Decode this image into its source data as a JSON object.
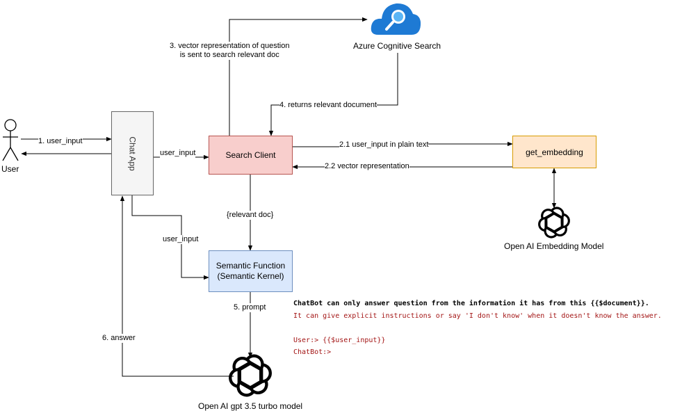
{
  "nodes": {
    "user": "User",
    "chat_app": "Chat App",
    "search_client": "Search Client",
    "semantic_function_line1": "Semantic Function",
    "semantic_function_line2": "(Semantic Kernel)",
    "get_embedding": "get_embedding",
    "azure_search": "Azure Cognitive Search",
    "embedding_model": "Open AI Embedding Model",
    "gpt_model": "Open AI gpt 3.5 turbo model"
  },
  "edges": {
    "e1": "1. user_input",
    "chat_to_search": "user_input",
    "e3_line1": "3. vector representation of question",
    "e3_line2": "is sent to search relevant doc",
    "e4": "4. returns relevant document",
    "e21": "2.1 user_input in plain text",
    "e22": "2.2 vector representation",
    "relevant_doc": "{relevant doc}",
    "chat_to_semantic": "user_input",
    "e5": "5. prompt",
    "e6": "6. answer"
  },
  "prompt": {
    "line1": "ChatBot can only answer question from the information it has from this {{$document}}.",
    "line2": "It can give explicit instructions or say 'I don't know' when it doesn't know the answer.",
    "line3": "",
    "line4": "User:> {{$user_input}}",
    "line5": "ChatBot:>"
  },
  "colors": {
    "chat_app_fill": "#f5f5f5",
    "search_client_fill": "#f8cecc",
    "search_client_stroke": "#b85450",
    "semantic_fill": "#dae8fc",
    "semantic_stroke": "#6c8ebf",
    "embedding_fill": "#ffe6cc",
    "embedding_stroke": "#d79b00",
    "azure_blue": "#1e7ad4",
    "prompt_red": "#a31515"
  },
  "icons": [
    "person-icon",
    "azure-cloud-search-icon",
    "openai-logo-icon"
  ]
}
